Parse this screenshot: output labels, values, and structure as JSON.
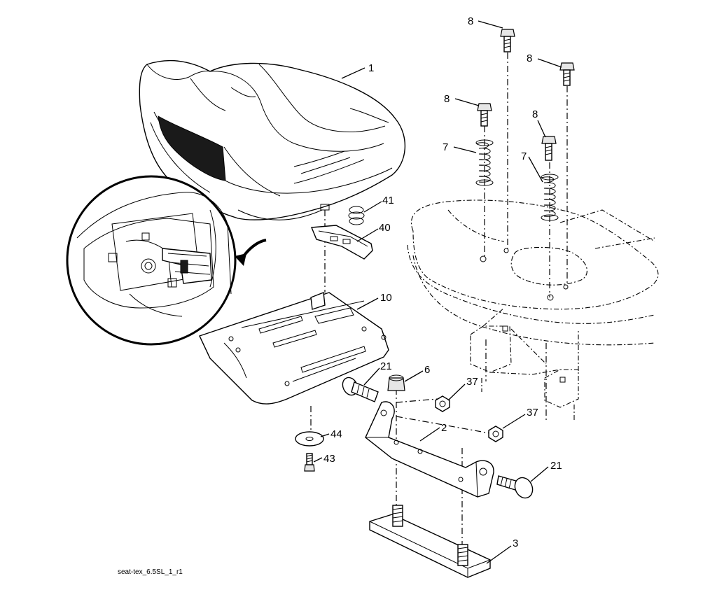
{
  "diagram": {
    "caption": "seat-tex_6.5SL_1_r1",
    "callouts": [
      {
        "id": "c1",
        "label": "1"
      },
      {
        "id": "c2",
        "label": "2"
      },
      {
        "id": "c3",
        "label": "3"
      },
      {
        "id": "c6",
        "label": "6"
      },
      {
        "id": "c7a",
        "label": "7"
      },
      {
        "id": "c7b",
        "label": "7"
      },
      {
        "id": "c8a",
        "label": "8"
      },
      {
        "id": "c8b",
        "label": "8"
      },
      {
        "id": "c8c",
        "label": "8"
      },
      {
        "id": "c8d",
        "label": "8"
      },
      {
        "id": "c10",
        "label": "10"
      },
      {
        "id": "c21a",
        "label": "21"
      },
      {
        "id": "c21b",
        "label": "21"
      },
      {
        "id": "c37a",
        "label": "37"
      },
      {
        "id": "c37b",
        "label": "37"
      },
      {
        "id": "c40",
        "label": "40"
      },
      {
        "id": "c41",
        "label": "41"
      },
      {
        "id": "c43",
        "label": "43"
      },
      {
        "id": "c44",
        "label": "44"
      }
    ]
  }
}
